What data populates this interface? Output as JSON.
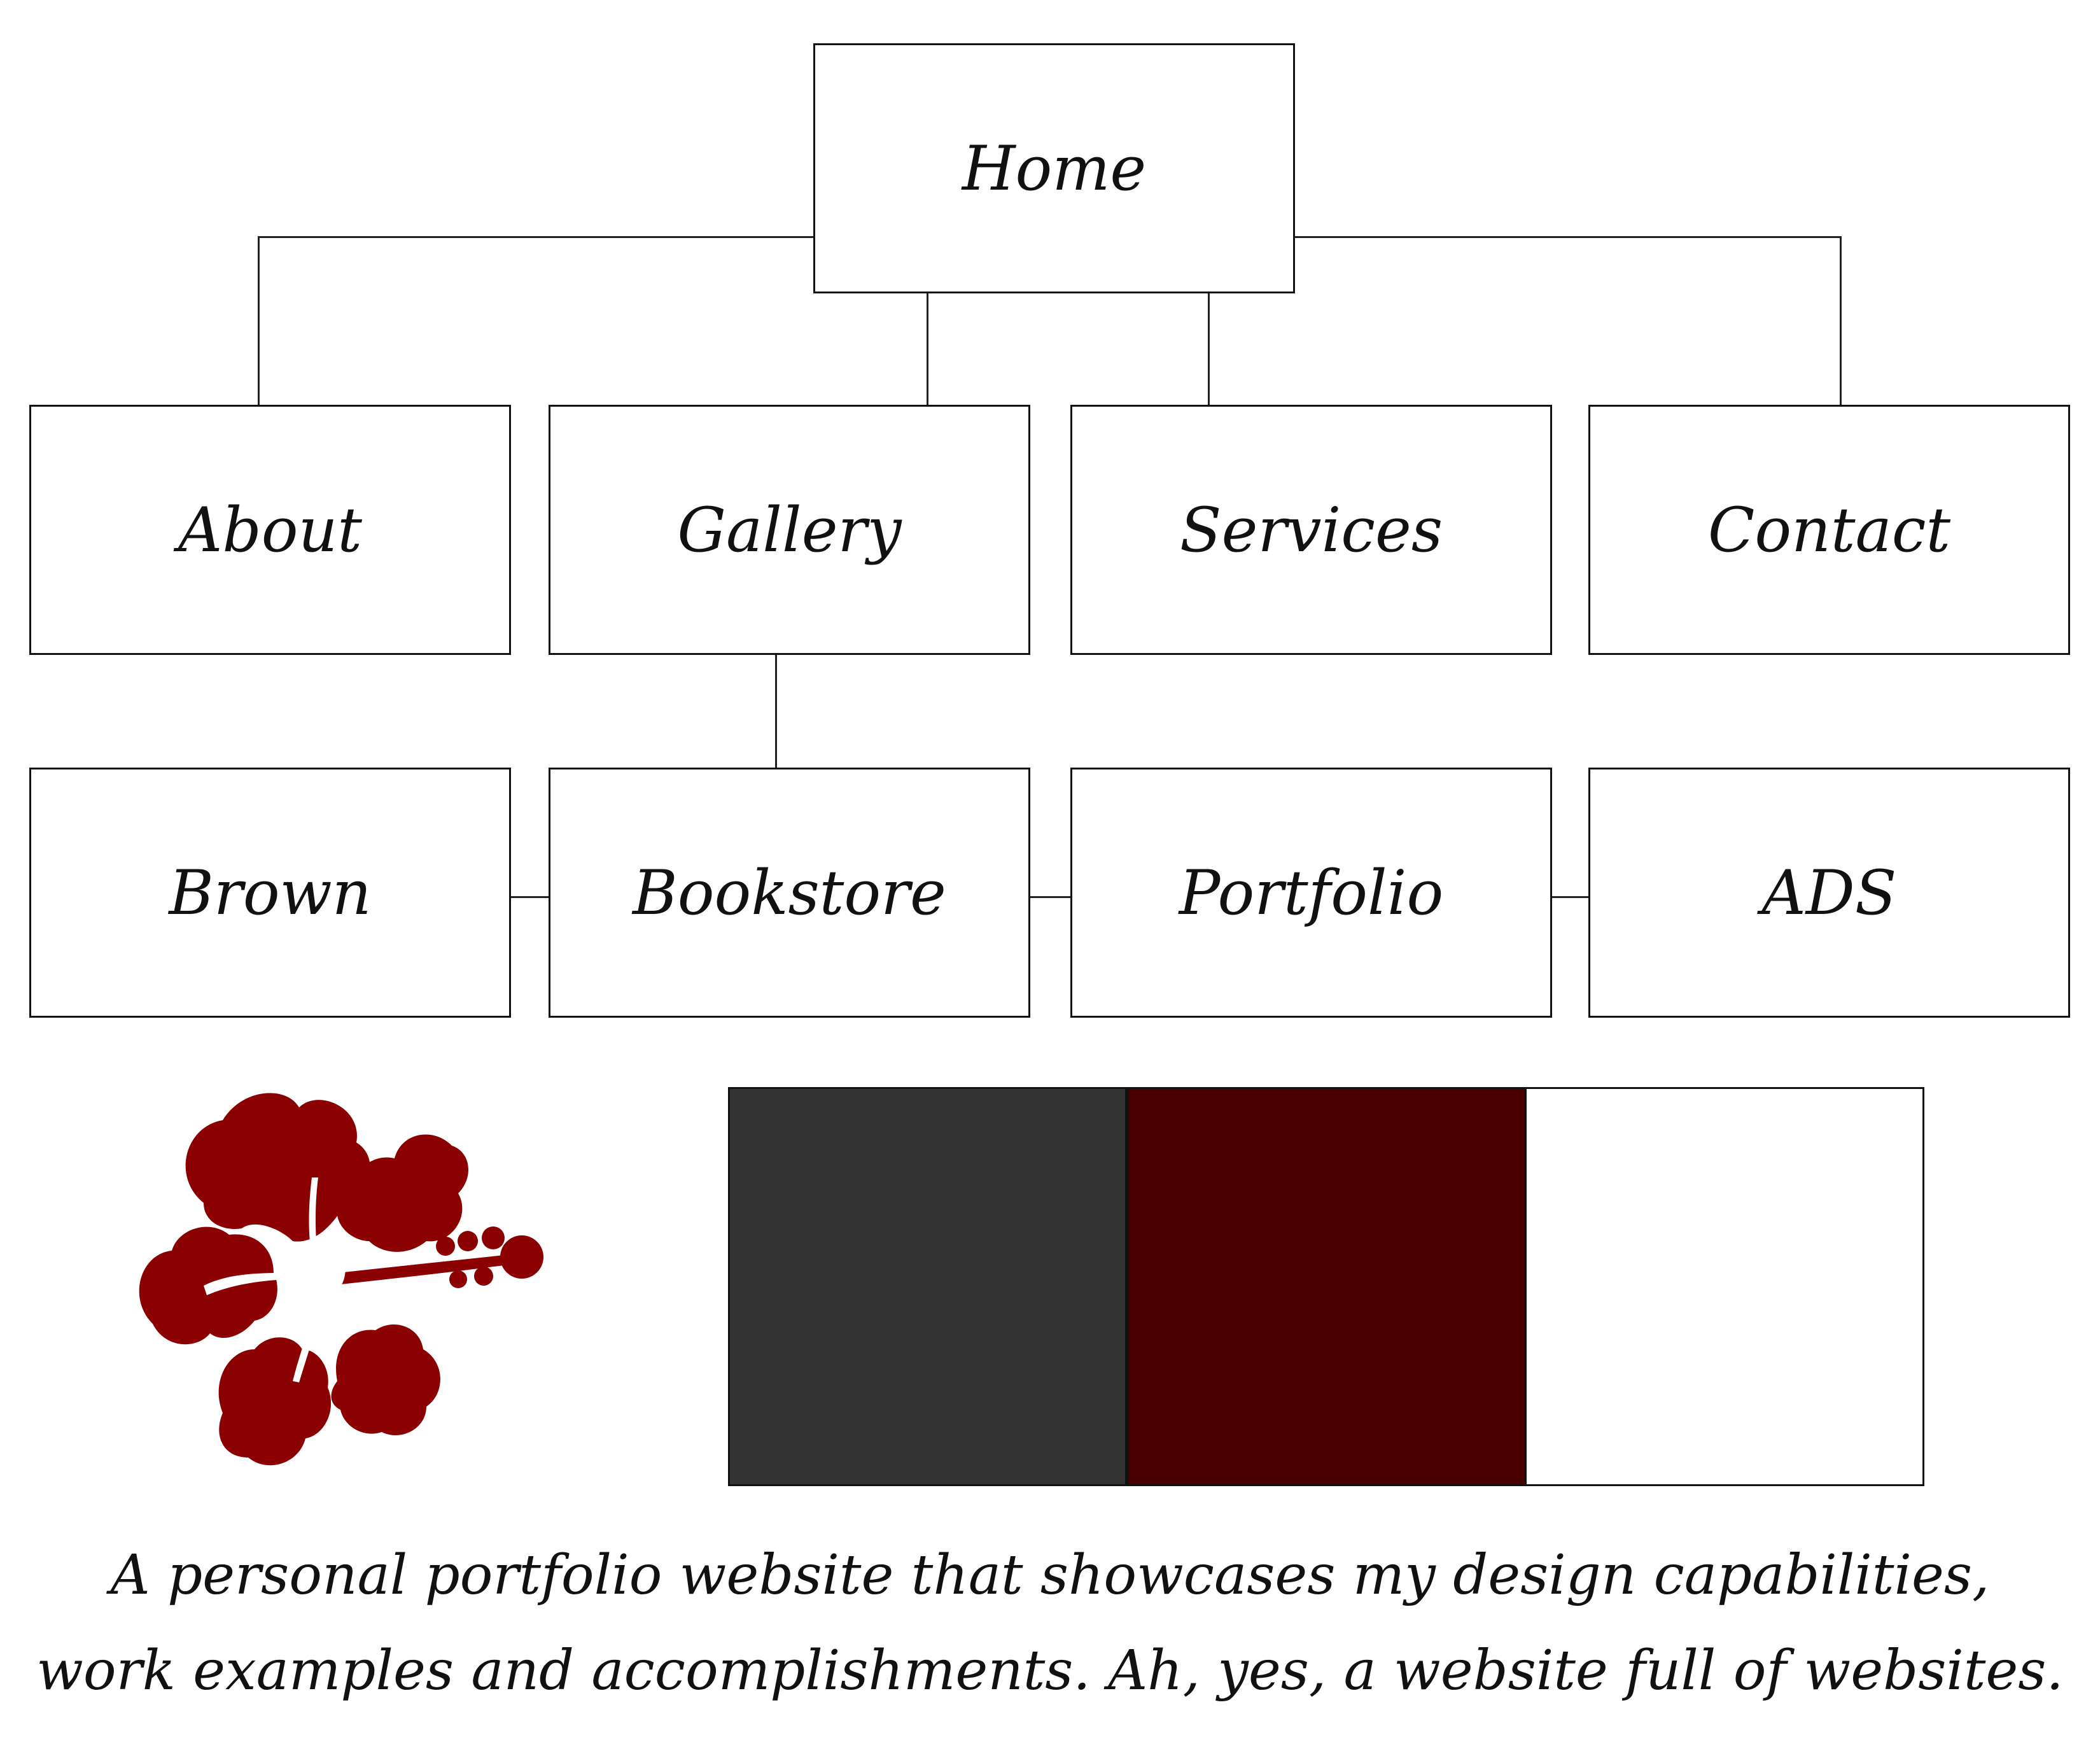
{
  "sitemap": {
    "home": "Home",
    "level1": [
      "About",
      "Gallery",
      "Services",
      "Contact"
    ],
    "level2": [
      "Brown",
      "Bookstore",
      "Portfolio",
      "ADS"
    ]
  },
  "palette": {
    "colors": [
      "#333333",
      "#4a0000",
      "#ffffff"
    ]
  },
  "logo": {
    "icon": "hibiscus-flower-icon",
    "color": "#8b0000"
  },
  "caption": {
    "line1": "A personal portfolio website that showcases my design capabilities,",
    "line2": "work examples and accomplishments. Ah, yes, a website full of websites."
  }
}
